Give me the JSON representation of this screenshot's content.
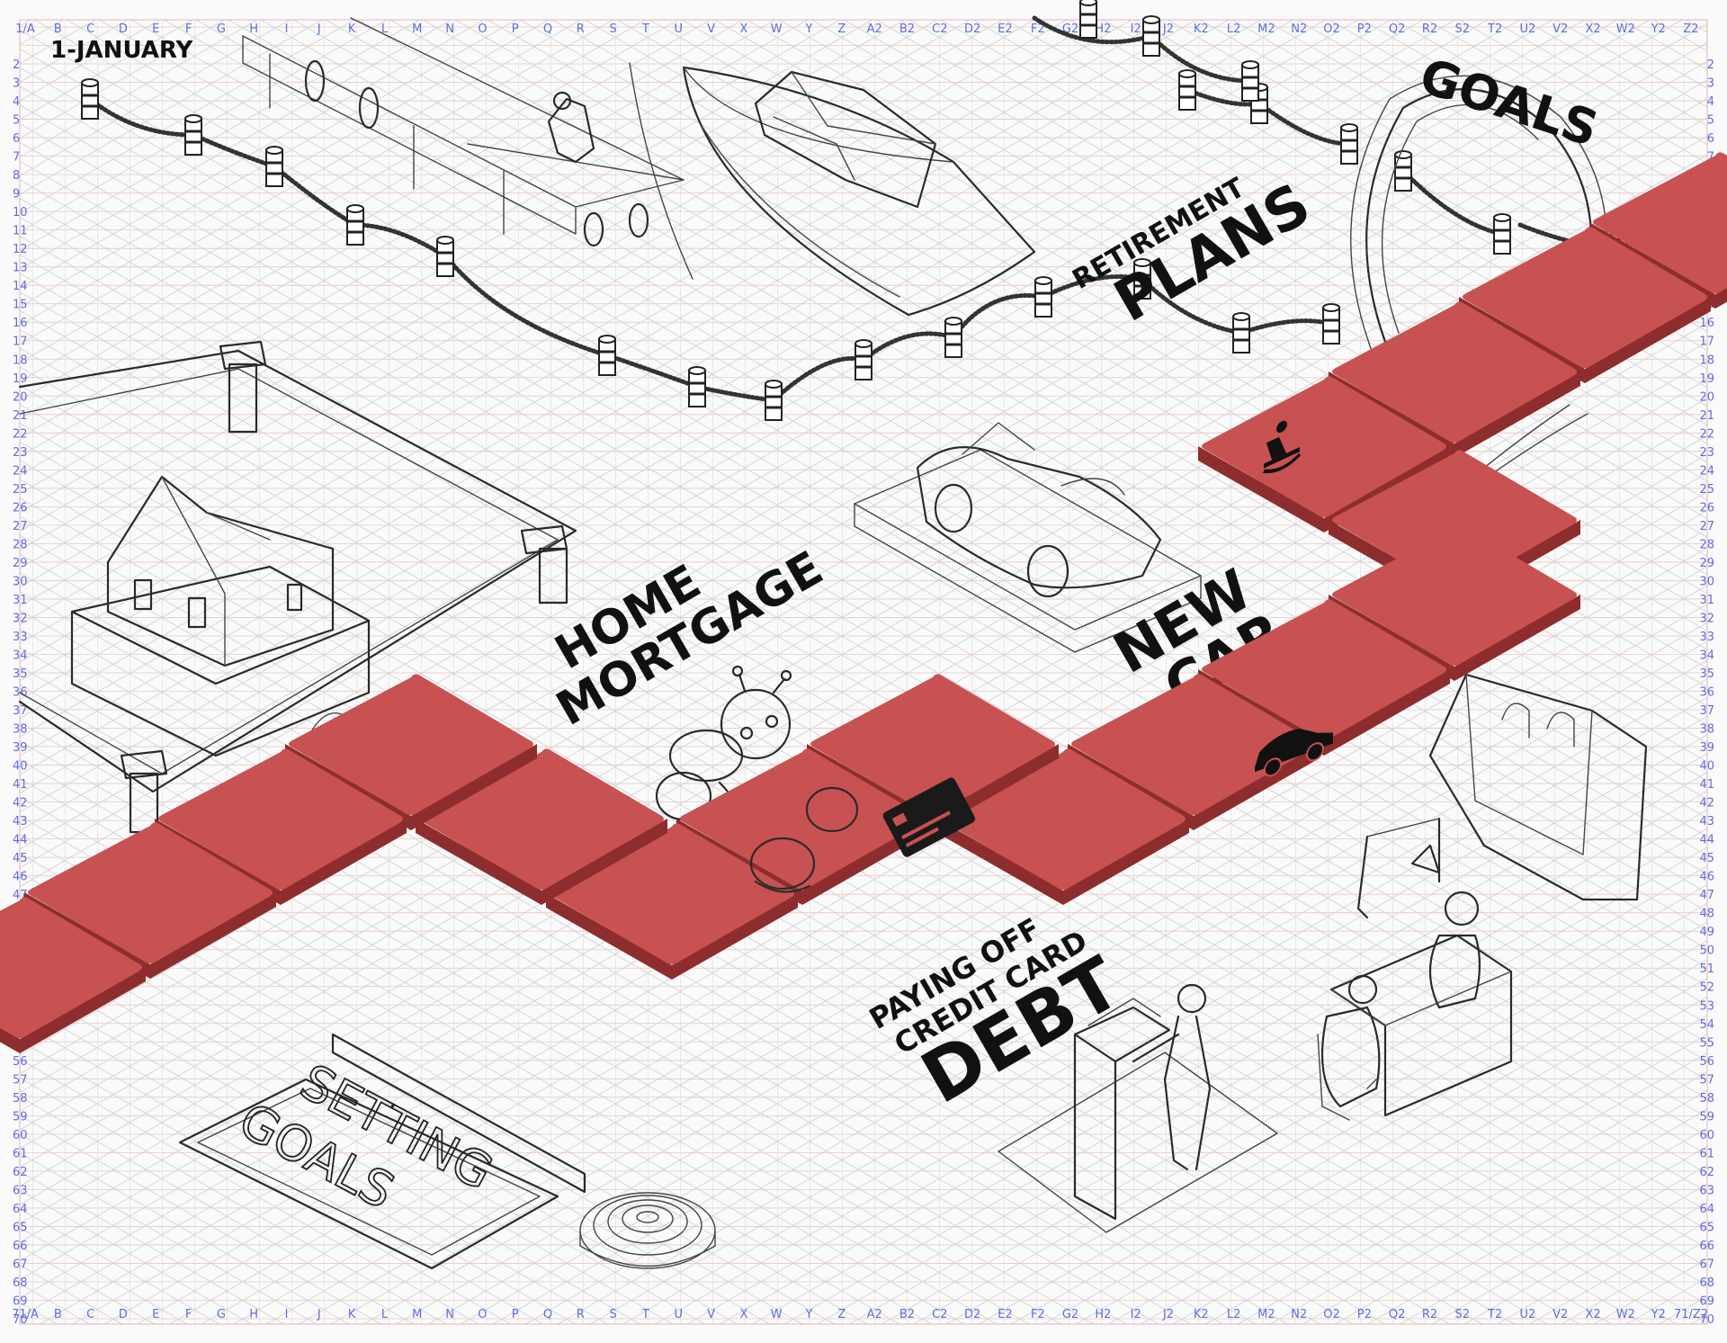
{
  "header": {
    "date_label": "1-JANUARY"
  },
  "columns": [
    "1/A",
    "B",
    "C",
    "D",
    "E",
    "F",
    "G",
    "H",
    "I",
    "J",
    "K",
    "L",
    "M",
    "N",
    "O",
    "P",
    "Q",
    "R",
    "S",
    "T",
    "U",
    "V",
    "X",
    "W",
    "Y",
    "Z",
    "A2",
    "B2",
    "C2",
    "D2",
    "E2",
    "F2",
    "G2",
    "H2",
    "I2",
    "J2",
    "K2",
    "L2",
    "M2",
    "N2",
    "O2",
    "P2",
    "Q2",
    "R2",
    "S2",
    "T2",
    "U2",
    "V2",
    "X2",
    "W2",
    "Y2",
    "Z2"
  ],
  "bottom_columns": [
    "71/A",
    "B",
    "C",
    "D",
    "E",
    "F",
    "G",
    "H",
    "I",
    "J",
    "K",
    "L",
    "M",
    "N",
    "O",
    "P",
    "Q",
    "R",
    "S",
    "T",
    "U",
    "V",
    "X",
    "W",
    "Y",
    "Z",
    "A2",
    "B2",
    "C2",
    "D2",
    "E2",
    "F2",
    "G2",
    "H2",
    "I2",
    "J2",
    "K2",
    "L2",
    "M2",
    "N2",
    "O2",
    "P2",
    "Q2",
    "R2",
    "S2",
    "T2",
    "U2",
    "V2",
    "X2",
    "W2",
    "Y2",
    "71/Z2"
  ],
  "row_count": 71,
  "labels": {
    "goals": "GOALS",
    "retirement": "RETIREMENT",
    "plans": "PLANS",
    "new": "NEW",
    "car": "CAR",
    "home": "HOME",
    "mortgage": "MORTGAGE",
    "paying_off": "PAYING OFF",
    "credit_card": "CREDIT CARD",
    "debt": "DEBT",
    "setting": "SETTING",
    "goals_sign": "GOALS"
  },
  "colors": {
    "path_red": "#c85152",
    "path_edge": "#8e2d2e",
    "grid": "#d9d9d9",
    "ruler": "#5b6ee0"
  },
  "icons": [
    "rocking-chair-icon",
    "car-icon",
    "credit-card-icon"
  ]
}
